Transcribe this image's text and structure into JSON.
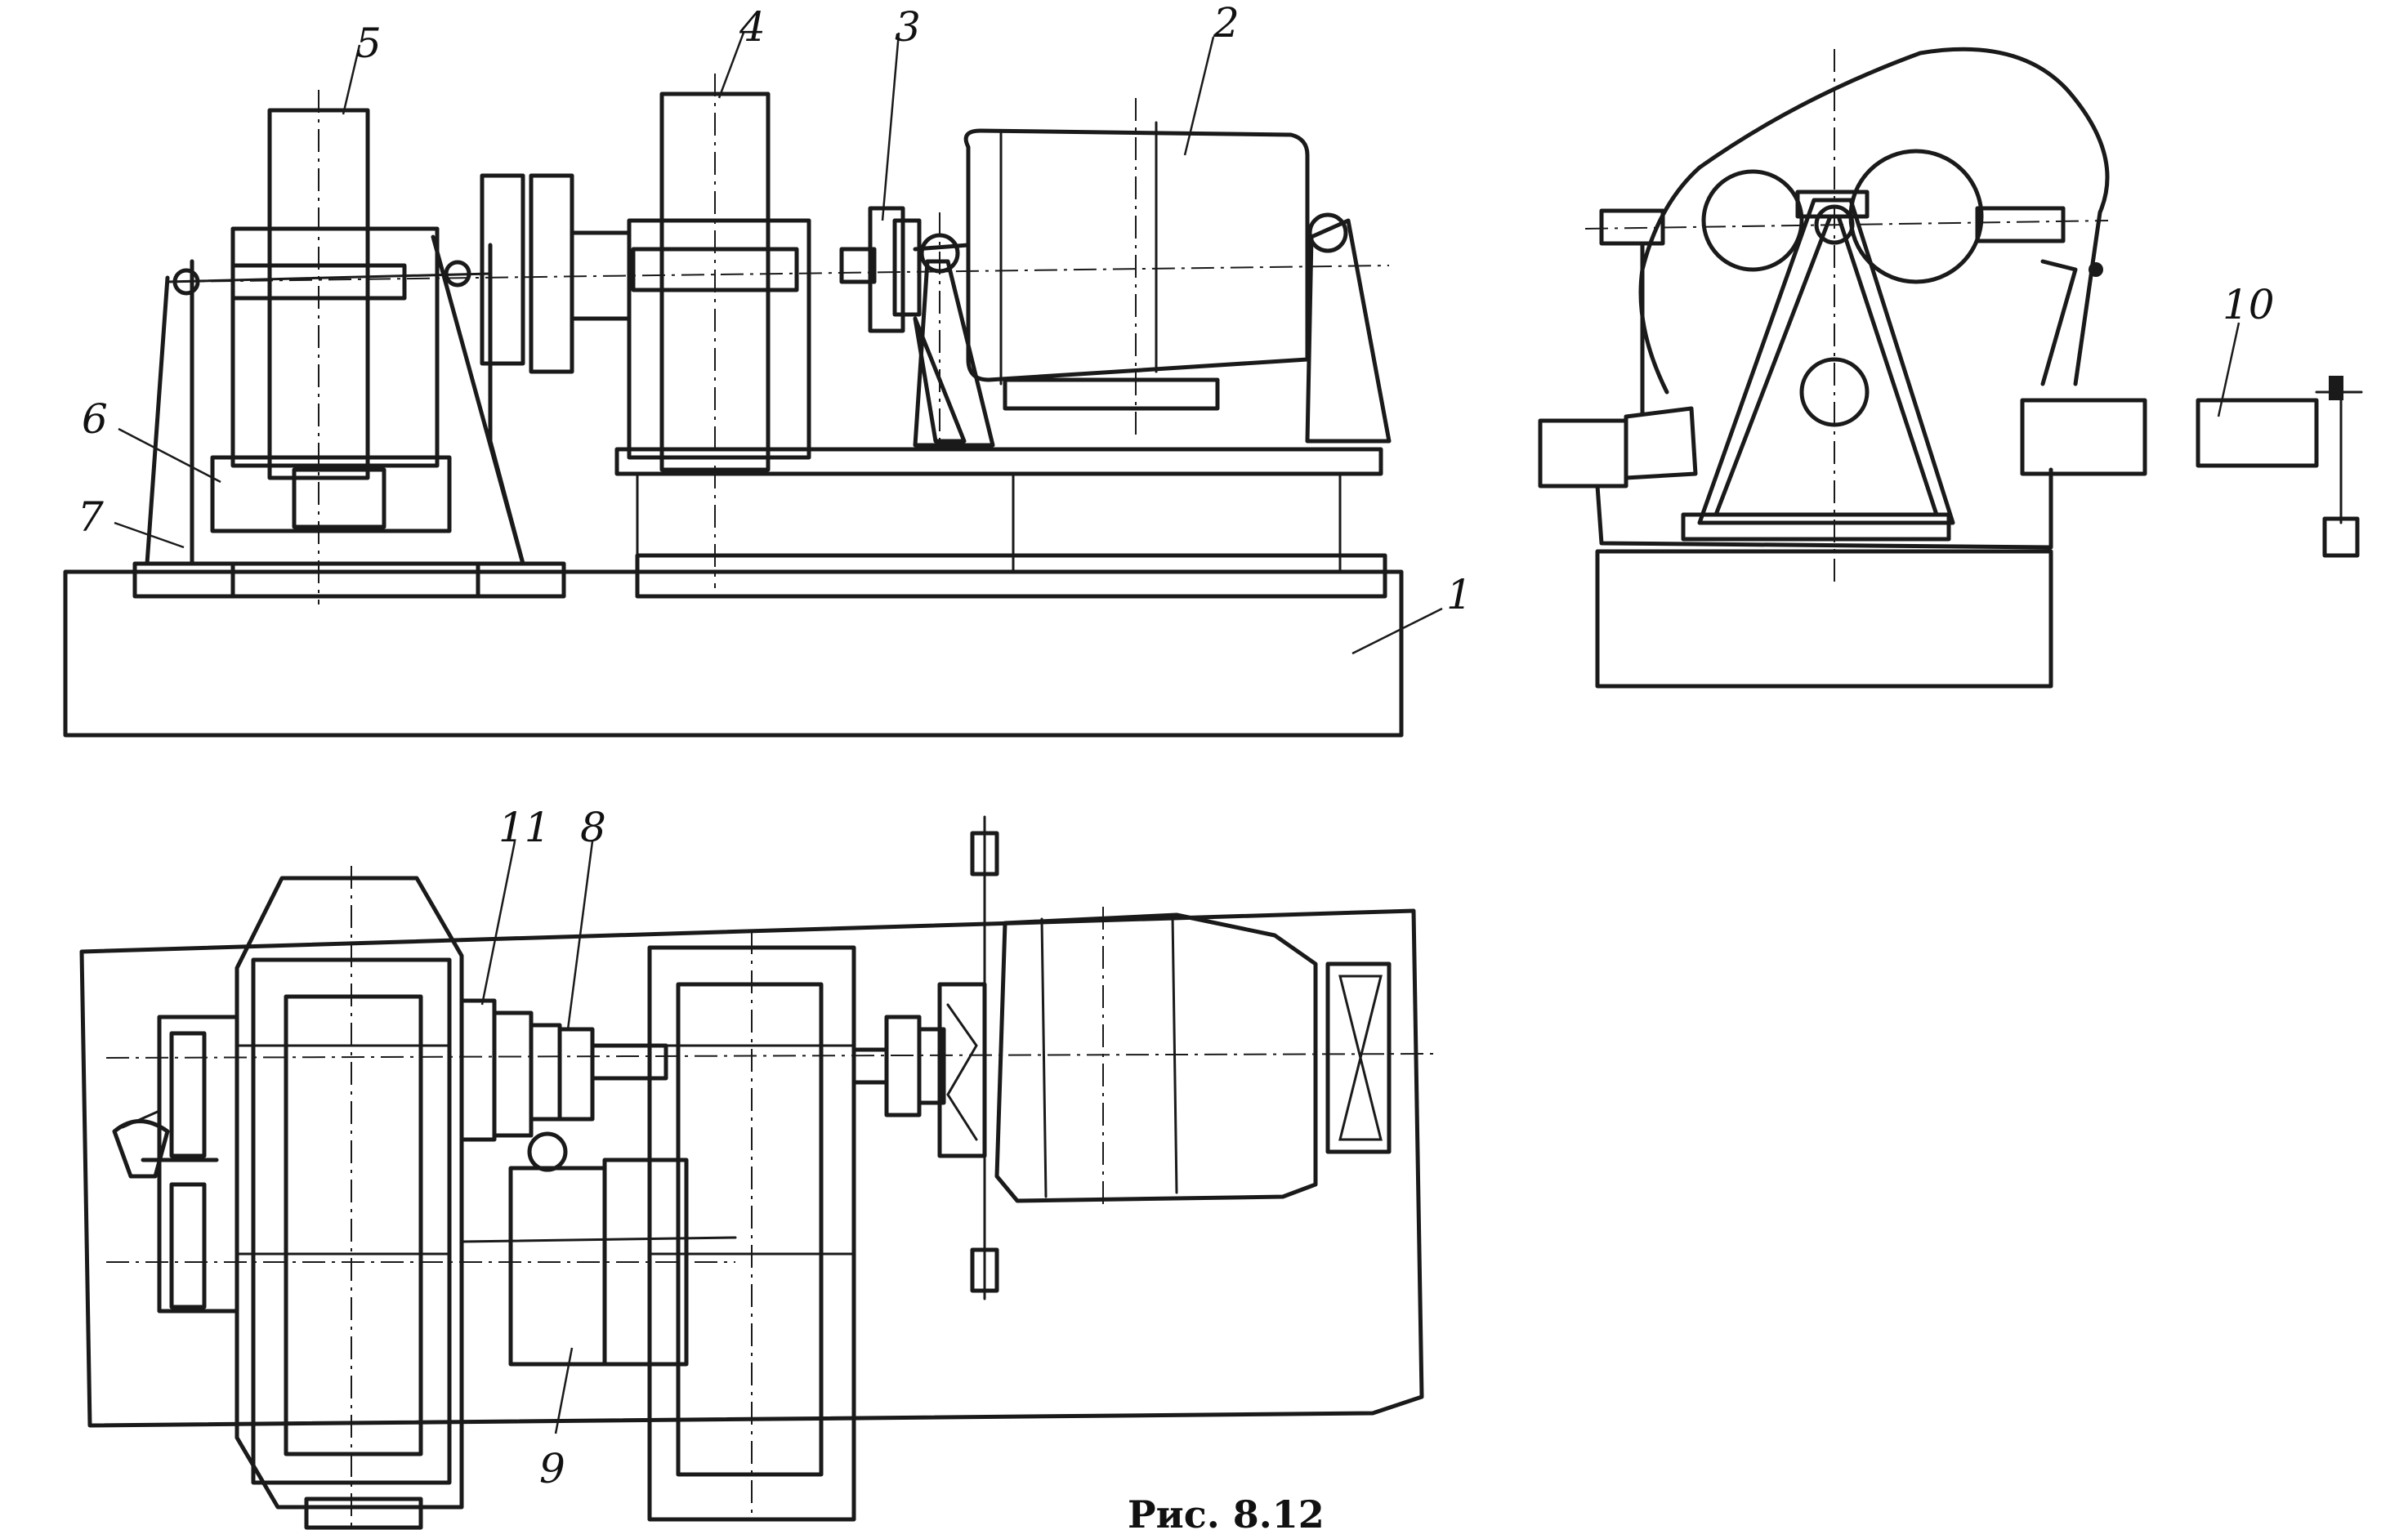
{
  "labels": {
    "l1": "1",
    "l2": "2",
    "l3": "3",
    "l4": "4",
    "l5": "5",
    "l6": "6",
    "l7": "7",
    "l8": "8",
    "l9": "9",
    "l10": "10",
    "l11": "11"
  },
  "caption": "Рис. 8.12"
}
